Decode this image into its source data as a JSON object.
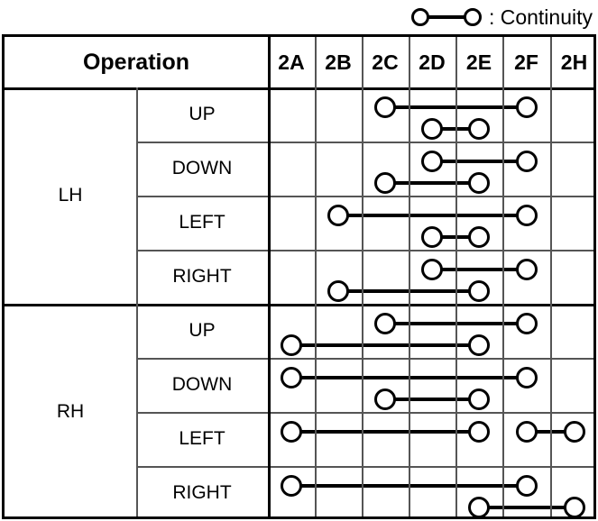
{
  "legend": {
    "symbol_icon": "continuity-symbol",
    "label": ": Continuity"
  },
  "table": {
    "header": {
      "operation_label": "Operation",
      "pins": [
        "2A",
        "2B",
        "2C",
        "2D",
        "2E",
        "2F",
        "2H"
      ]
    },
    "groups": [
      {
        "side": "LH",
        "rows": [
          {
            "direction": "UP",
            "connections": [
              {
                "from": "2C",
                "to": "2F",
                "level": "upper"
              },
              {
                "from": "2D",
                "to": "2E",
                "level": "lower"
              }
            ]
          },
          {
            "direction": "DOWN",
            "connections": [
              {
                "from": "2D",
                "to": "2F",
                "level": "upper"
              },
              {
                "from": "2C",
                "to": "2E",
                "level": "lower"
              }
            ]
          },
          {
            "direction": "LEFT",
            "connections": [
              {
                "from": "2B",
                "to": "2F",
                "level": "upper"
              },
              {
                "from": "2D",
                "to": "2E",
                "level": "lower"
              }
            ]
          },
          {
            "direction": "RIGHT",
            "connections": [
              {
                "from": "2D",
                "to": "2F",
                "level": "upper"
              },
              {
                "from": "2B",
                "to": "2E",
                "level": "lower"
              }
            ]
          }
        ]
      },
      {
        "side": "RH",
        "rows": [
          {
            "direction": "UP",
            "connections": [
              {
                "from": "2C",
                "to": "2F",
                "level": "upper"
              },
              {
                "from": "2A",
                "to": "2E",
                "level": "lower"
              }
            ]
          },
          {
            "direction": "DOWN",
            "connections": [
              {
                "from": "2A",
                "to": "2F",
                "level": "upper"
              },
              {
                "from": "2C",
                "to": "2E",
                "level": "lower"
              }
            ]
          },
          {
            "direction": "LEFT",
            "connections": [
              {
                "from": "2A",
                "to": "2E",
                "level": "upper"
              },
              {
                "from": "2F",
                "to": "2H",
                "level": "upper"
              }
            ]
          },
          {
            "direction": "RIGHT",
            "connections": [
              {
                "from": "2A",
                "to": "2F",
                "level": "upper"
              },
              {
                "from": "2E",
                "to": "2H",
                "level": "lower"
              }
            ]
          }
        ]
      }
    ]
  },
  "colors": {
    "line": "#000000",
    "grid": "#555555",
    "background": "#ffffff"
  }
}
